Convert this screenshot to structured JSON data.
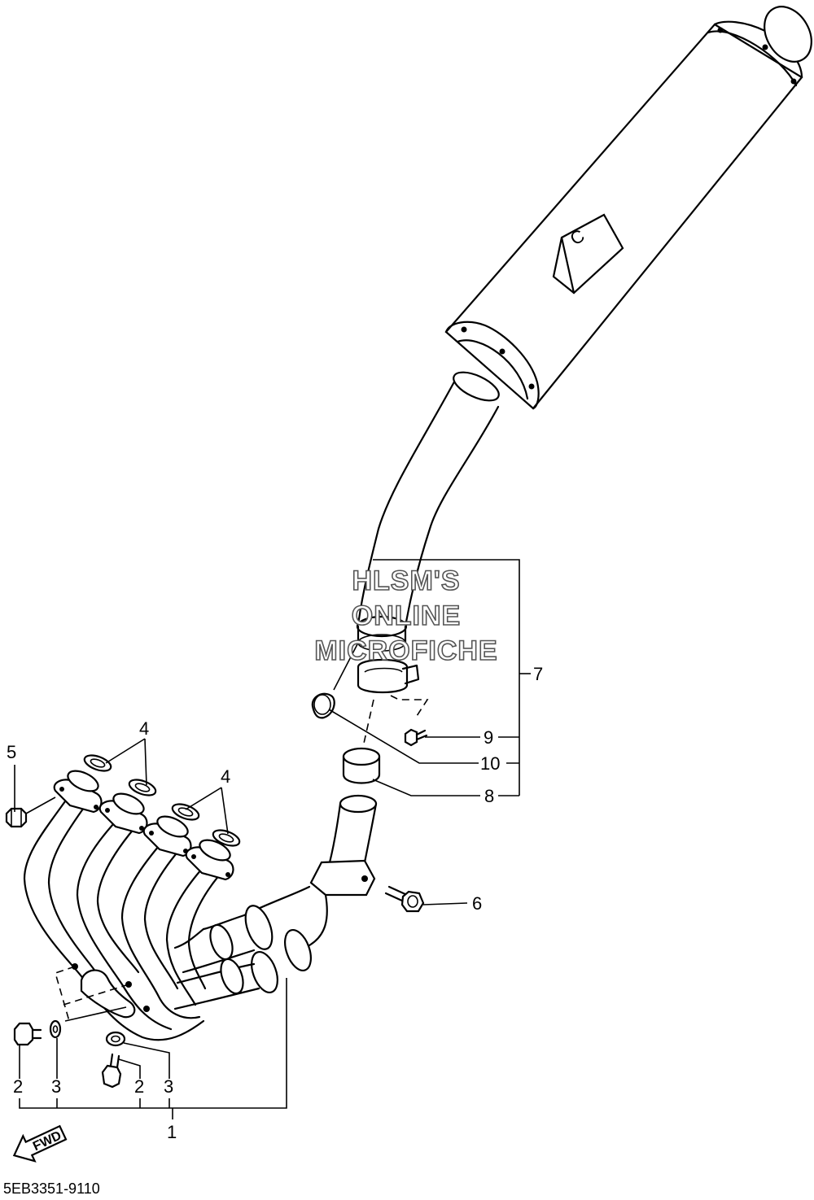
{
  "diagram": {
    "part_code": "5EB3351-9110",
    "direction_label": "FWD",
    "watermark": [
      "HLSM'S",
      "ONLINE",
      "MICROFICHE"
    ],
    "callouts": {
      "c1": "1",
      "c2a": "2",
      "c2b": "2",
      "c3a": "3",
      "c3b": "3",
      "c4a": "4",
      "c4b": "4",
      "c5": "5",
      "c6": "6",
      "c7": "7",
      "c8": "8",
      "c9": "9",
      "c10": "10"
    }
  }
}
